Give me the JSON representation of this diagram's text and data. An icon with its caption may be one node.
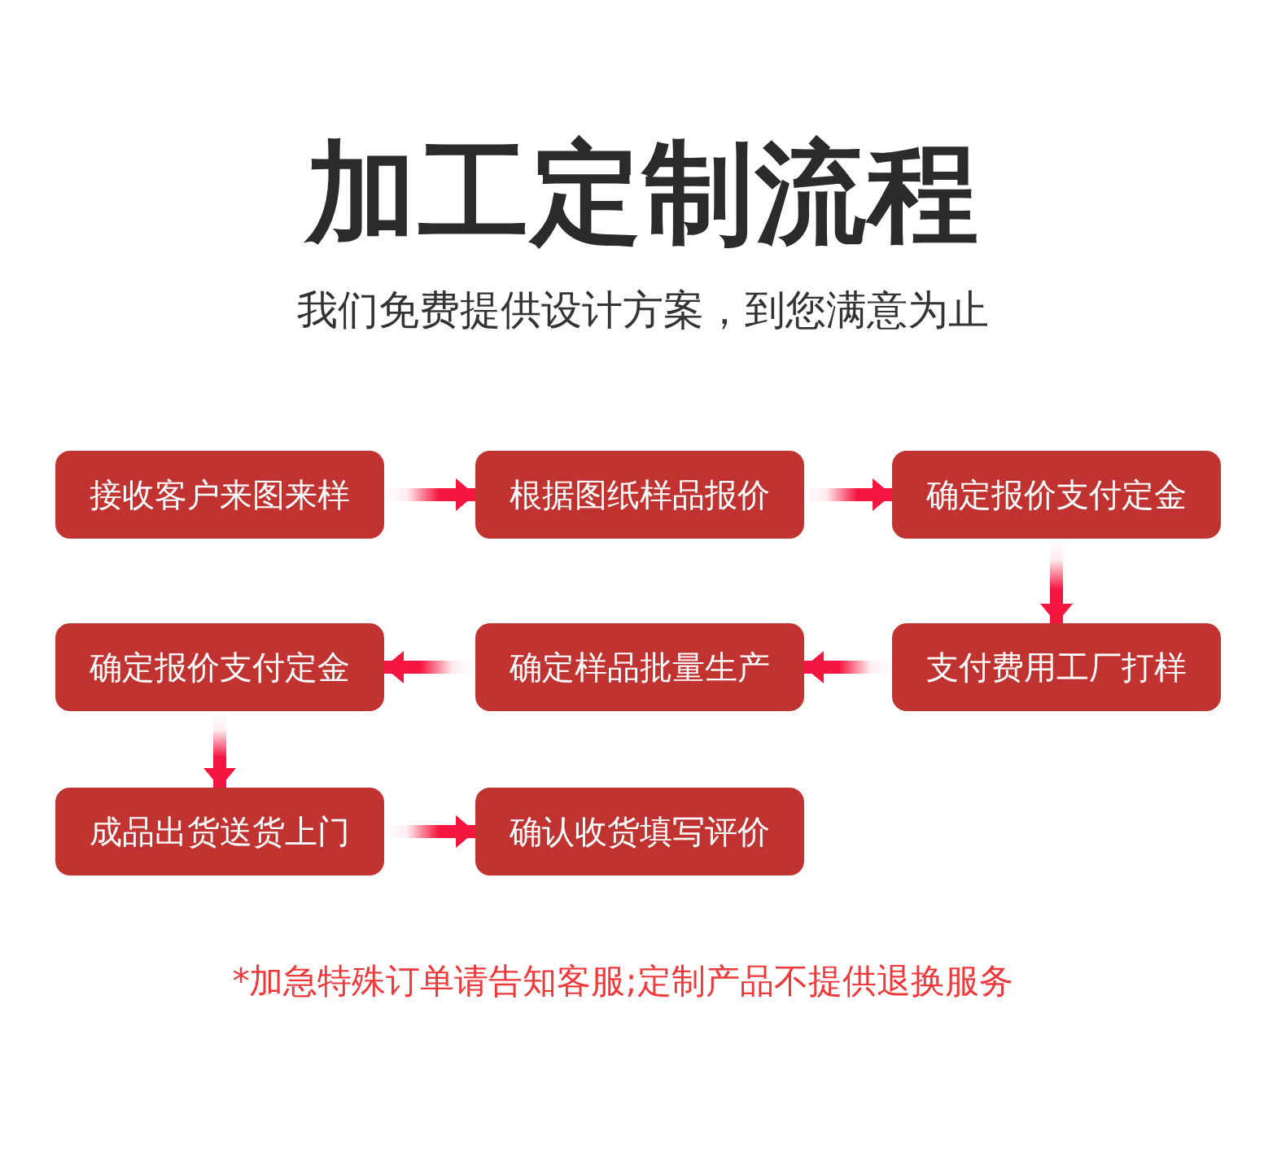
{
  "diagram": {
    "title": "加工定制流程",
    "nodes": [
      {
        "text": [
          "接收客户来图来样"
        ]
      },
      {
        "text": [
          "根据图纸样品报价"
        ]
      },
      {
        "text": [
          "确定报价支付定金"
        ]
      },
      {
        "text": [
          "支付费用工厂打样"
        ]
      },
      {
        "text": [
          "确定样品批量生产"
        ]
      },
      {
        "text": [
          "确定报价支付定金"
        ]
      },
      {
        "text": [
          "成品出货送货上门"
        ]
      },
      {
        "text": [
          "确认收货填写评价"
        ]
      }
    ],
    "edges": [
      {
        "from": 0,
        "to": 1,
        "arrow": "to"
      },
      {
        "from": 1,
        "to": 2,
        "arrow": "to"
      },
      {
        "from": 2,
        "to": 3,
        "arrow": "to"
      },
      {
        "from": 3,
        "to": 4,
        "arrow": "to"
      },
      {
        "from": 4,
        "to": 5,
        "arrow": "to"
      },
      {
        "from": 5,
        "to": 6,
        "arrow": "to"
      },
      {
        "from": 6,
        "to": 7,
        "arrow": "to"
      }
    ],
    "labels": [
      "我们免费提供设计方案，到您满意为止",
      "*加急特殊订单请告知客服;定制产品不提供退换服务"
    ]
  }
}
